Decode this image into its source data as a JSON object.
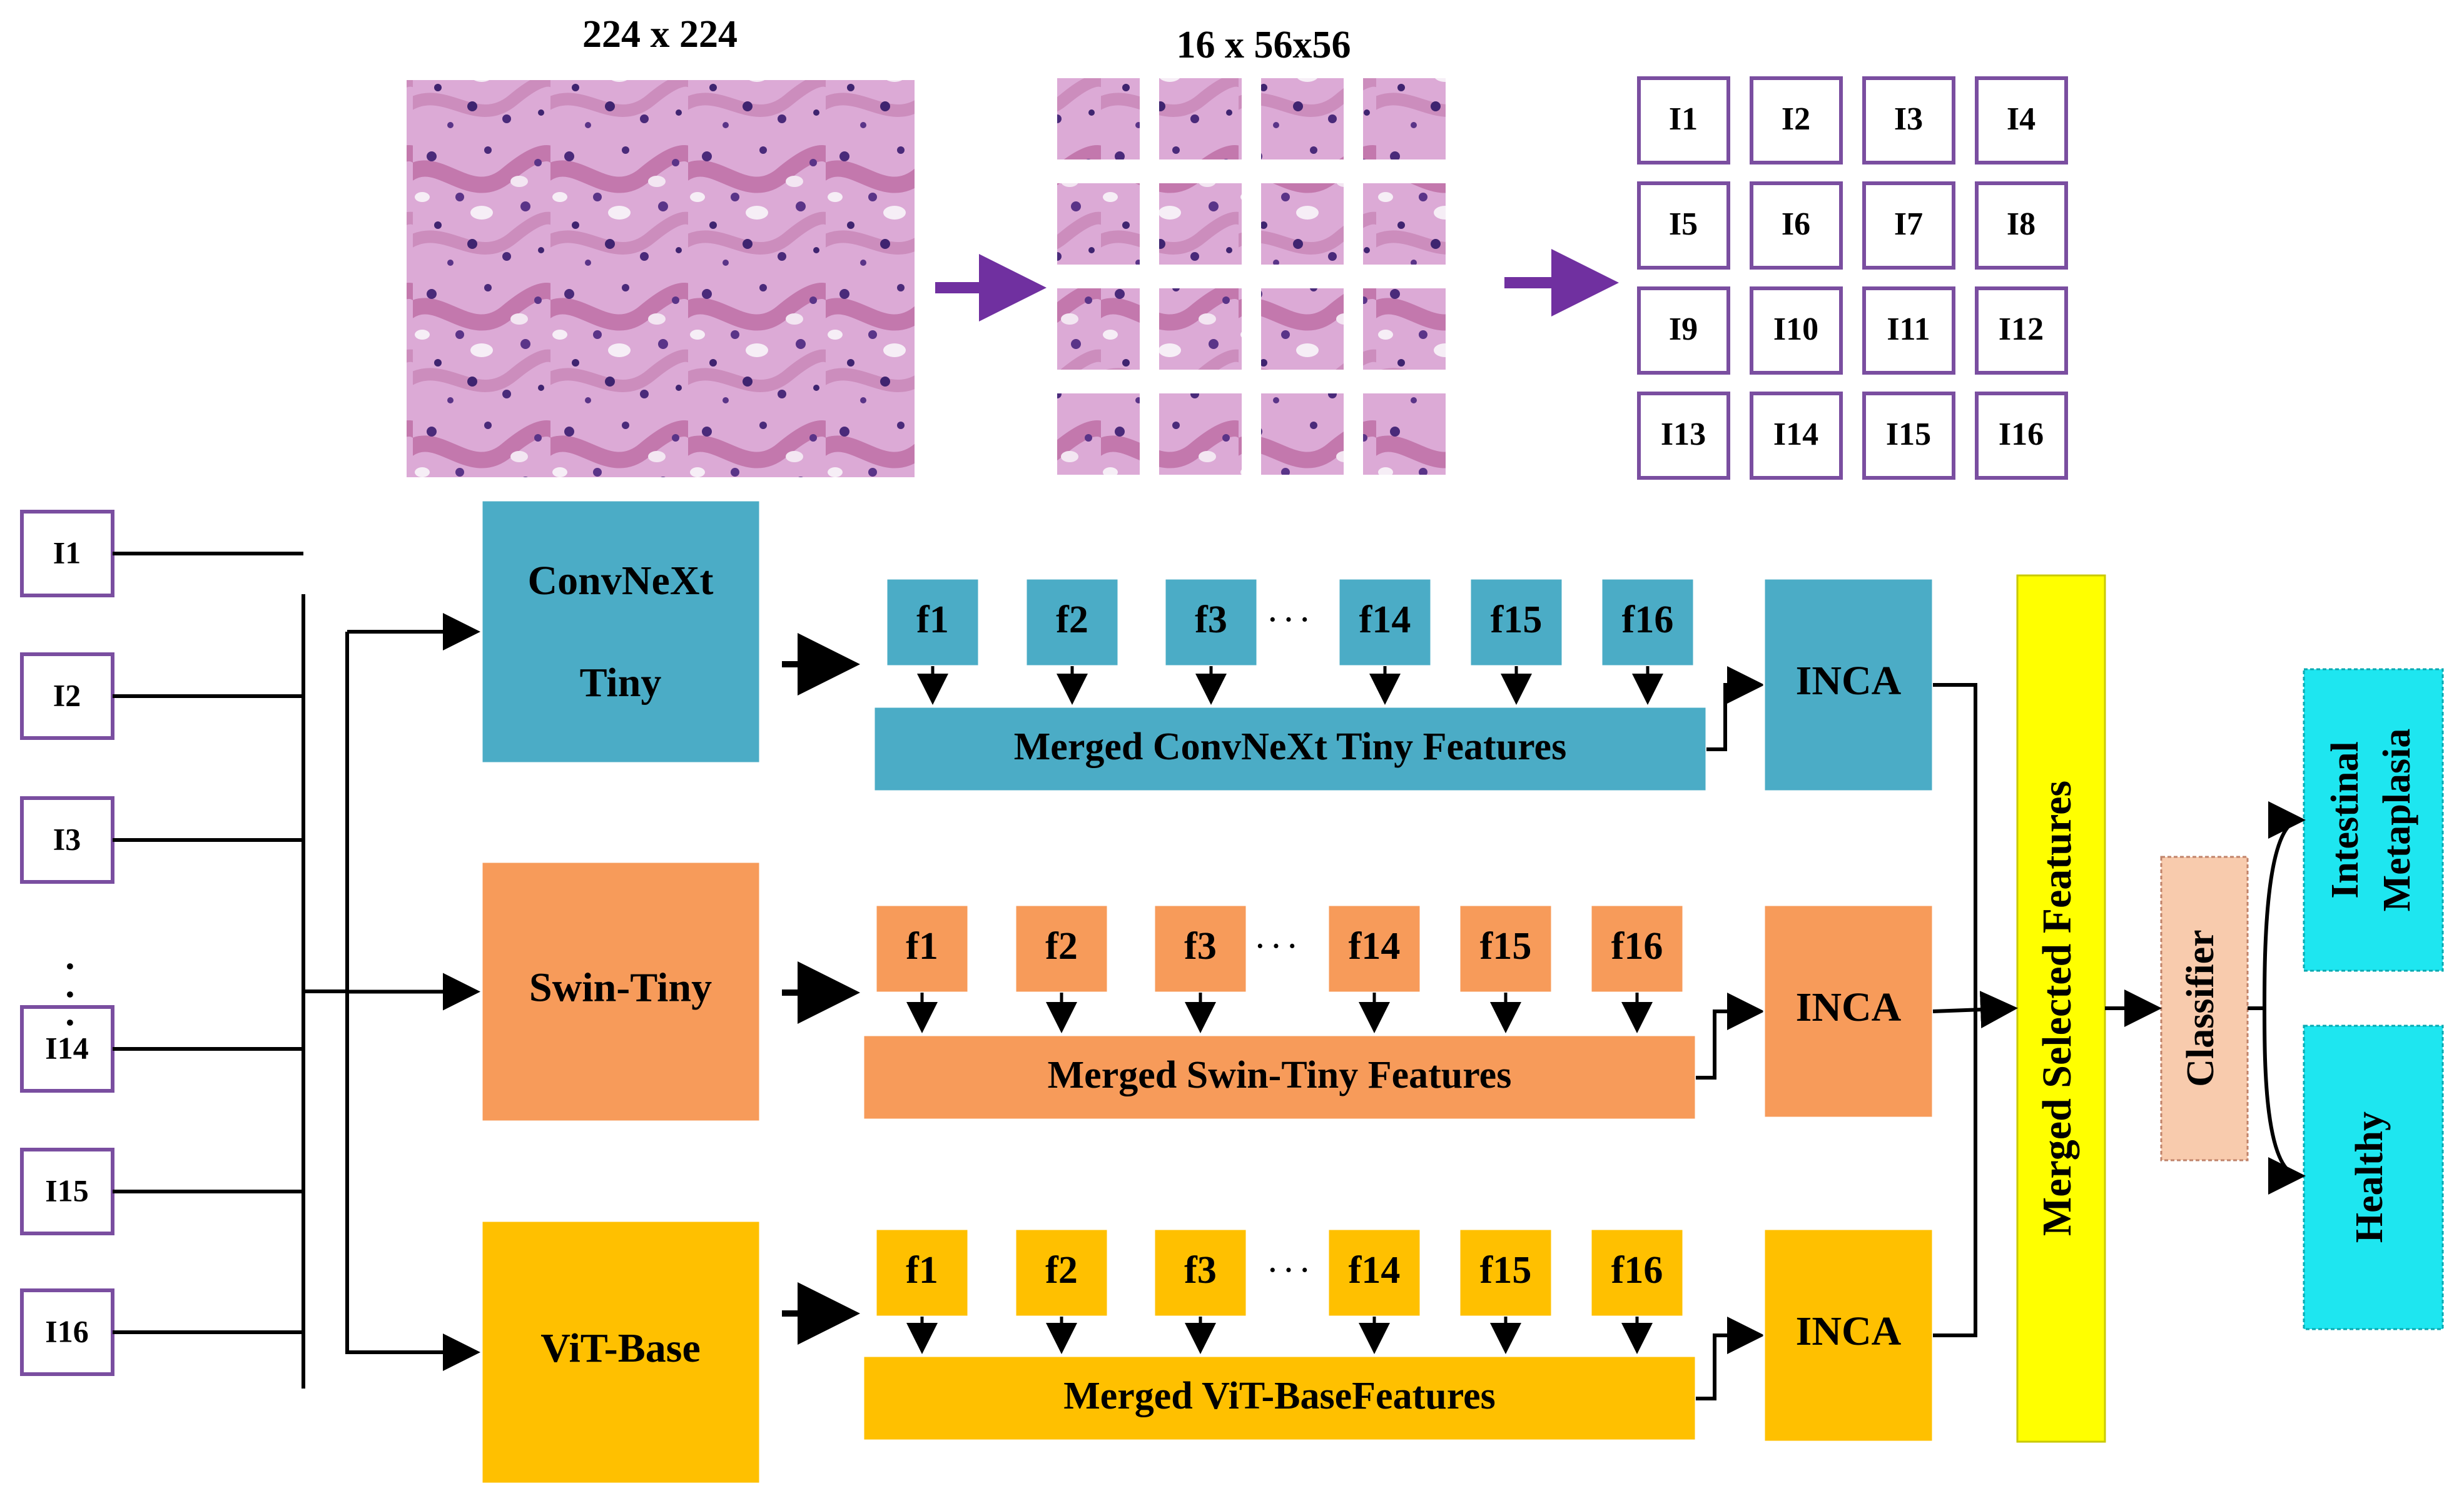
{
  "input_image": {
    "size_label": "224 x 224"
  },
  "patches": {
    "size_label": "16 x 56x56",
    "count": 16
  },
  "patch_grid": {
    "labels": [
      "I1",
      "I2",
      "I3",
      "I4",
      "I5",
      "I6",
      "I7",
      "I8",
      "I9",
      "I10",
      "I11",
      "I12",
      "I13",
      "I14",
      "I15",
      "I16"
    ]
  },
  "inputs": {
    "labels": [
      "I1",
      "I2",
      "I3",
      "I14",
      "I15",
      "I16"
    ],
    "ellipsis": ".  .  ."
  },
  "branches": [
    {
      "model": [
        "ConvNeXt",
        "Tiny"
      ],
      "features": [
        "f1",
        "f2",
        "f3",
        "f14",
        "f15",
        "f16"
      ],
      "merged": "Merged ConvNeXt Tiny Features",
      "selector": "INCA",
      "color": "#4bacc6"
    },
    {
      "model": [
        "Swin-Tiny"
      ],
      "features": [
        "f1",
        "f2",
        "f3",
        "f14",
        "f15",
        "f16"
      ],
      "merged": "Merged Swin-Tiny Features",
      "selector": "INCA",
      "color": "#f79b5a"
    },
    {
      "model": [
        "ViT-Base"
      ],
      "features": [
        "f1",
        "f2",
        "f3",
        "f14",
        "f15",
        "f16"
      ],
      "merged": "Merged ViT-BaseFeatures",
      "selector": "INCA",
      "color": "#ffc000"
    }
  ],
  "feature_ellipsis": "· · ·",
  "merged_selected": {
    "label": "Merged Selected Features",
    "color": "#ffff00"
  },
  "classifier": {
    "label": "Classifier",
    "color": "#f8cbad"
  },
  "outputs": [
    {
      "label": [
        "Intestinal",
        "Metaplasia"
      ],
      "color": "#1ee6f0"
    },
    {
      "label": [
        "Healthy"
      ],
      "color": "#1ee6f0"
    }
  ],
  "colors": {
    "patch_border": "#7a4ea0",
    "arrow_purple": "#7030a0",
    "tissue_base": "#d9a3d0"
  }
}
